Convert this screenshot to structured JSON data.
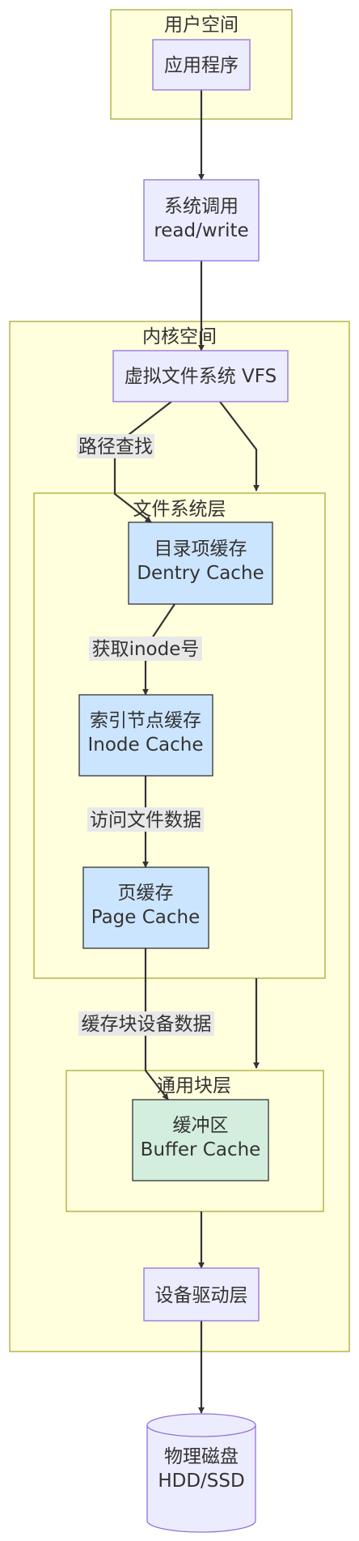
{
  "clusters": {
    "user_space": "用户空间",
    "kernel_space": "内核空间",
    "fs_layer": "文件系统层",
    "block_layer": "通用块层"
  },
  "nodes": {
    "app": "应用程序",
    "syscall": [
      "系统调用",
      "read/write"
    ],
    "vfs": "虚拟文件系统 VFS",
    "dentry": [
      "目录项缓存",
      "Dentry Cache"
    ],
    "inode": [
      "索引节点缓存",
      "Inode Cache"
    ],
    "page": [
      "页缓存",
      "Page Cache"
    ],
    "buffer": [
      "缓冲区",
      "Buffer Cache"
    ],
    "driver": "设备驱动层",
    "disk": [
      "物理磁盘",
      "HDD/SSD"
    ]
  },
  "edge_labels": {
    "path_lookup": "路径查找",
    "get_inode": "获取inode号",
    "access_data": "访问文件数据",
    "cache_block": "缓存块设备数据"
  },
  "colors": {
    "cluster_fill": "#ffffde",
    "cluster_stroke": "#aaaa33",
    "node_default": "#ececff",
    "node_cache": "#cce5ff",
    "node_buffer": "#d4eedd"
  }
}
